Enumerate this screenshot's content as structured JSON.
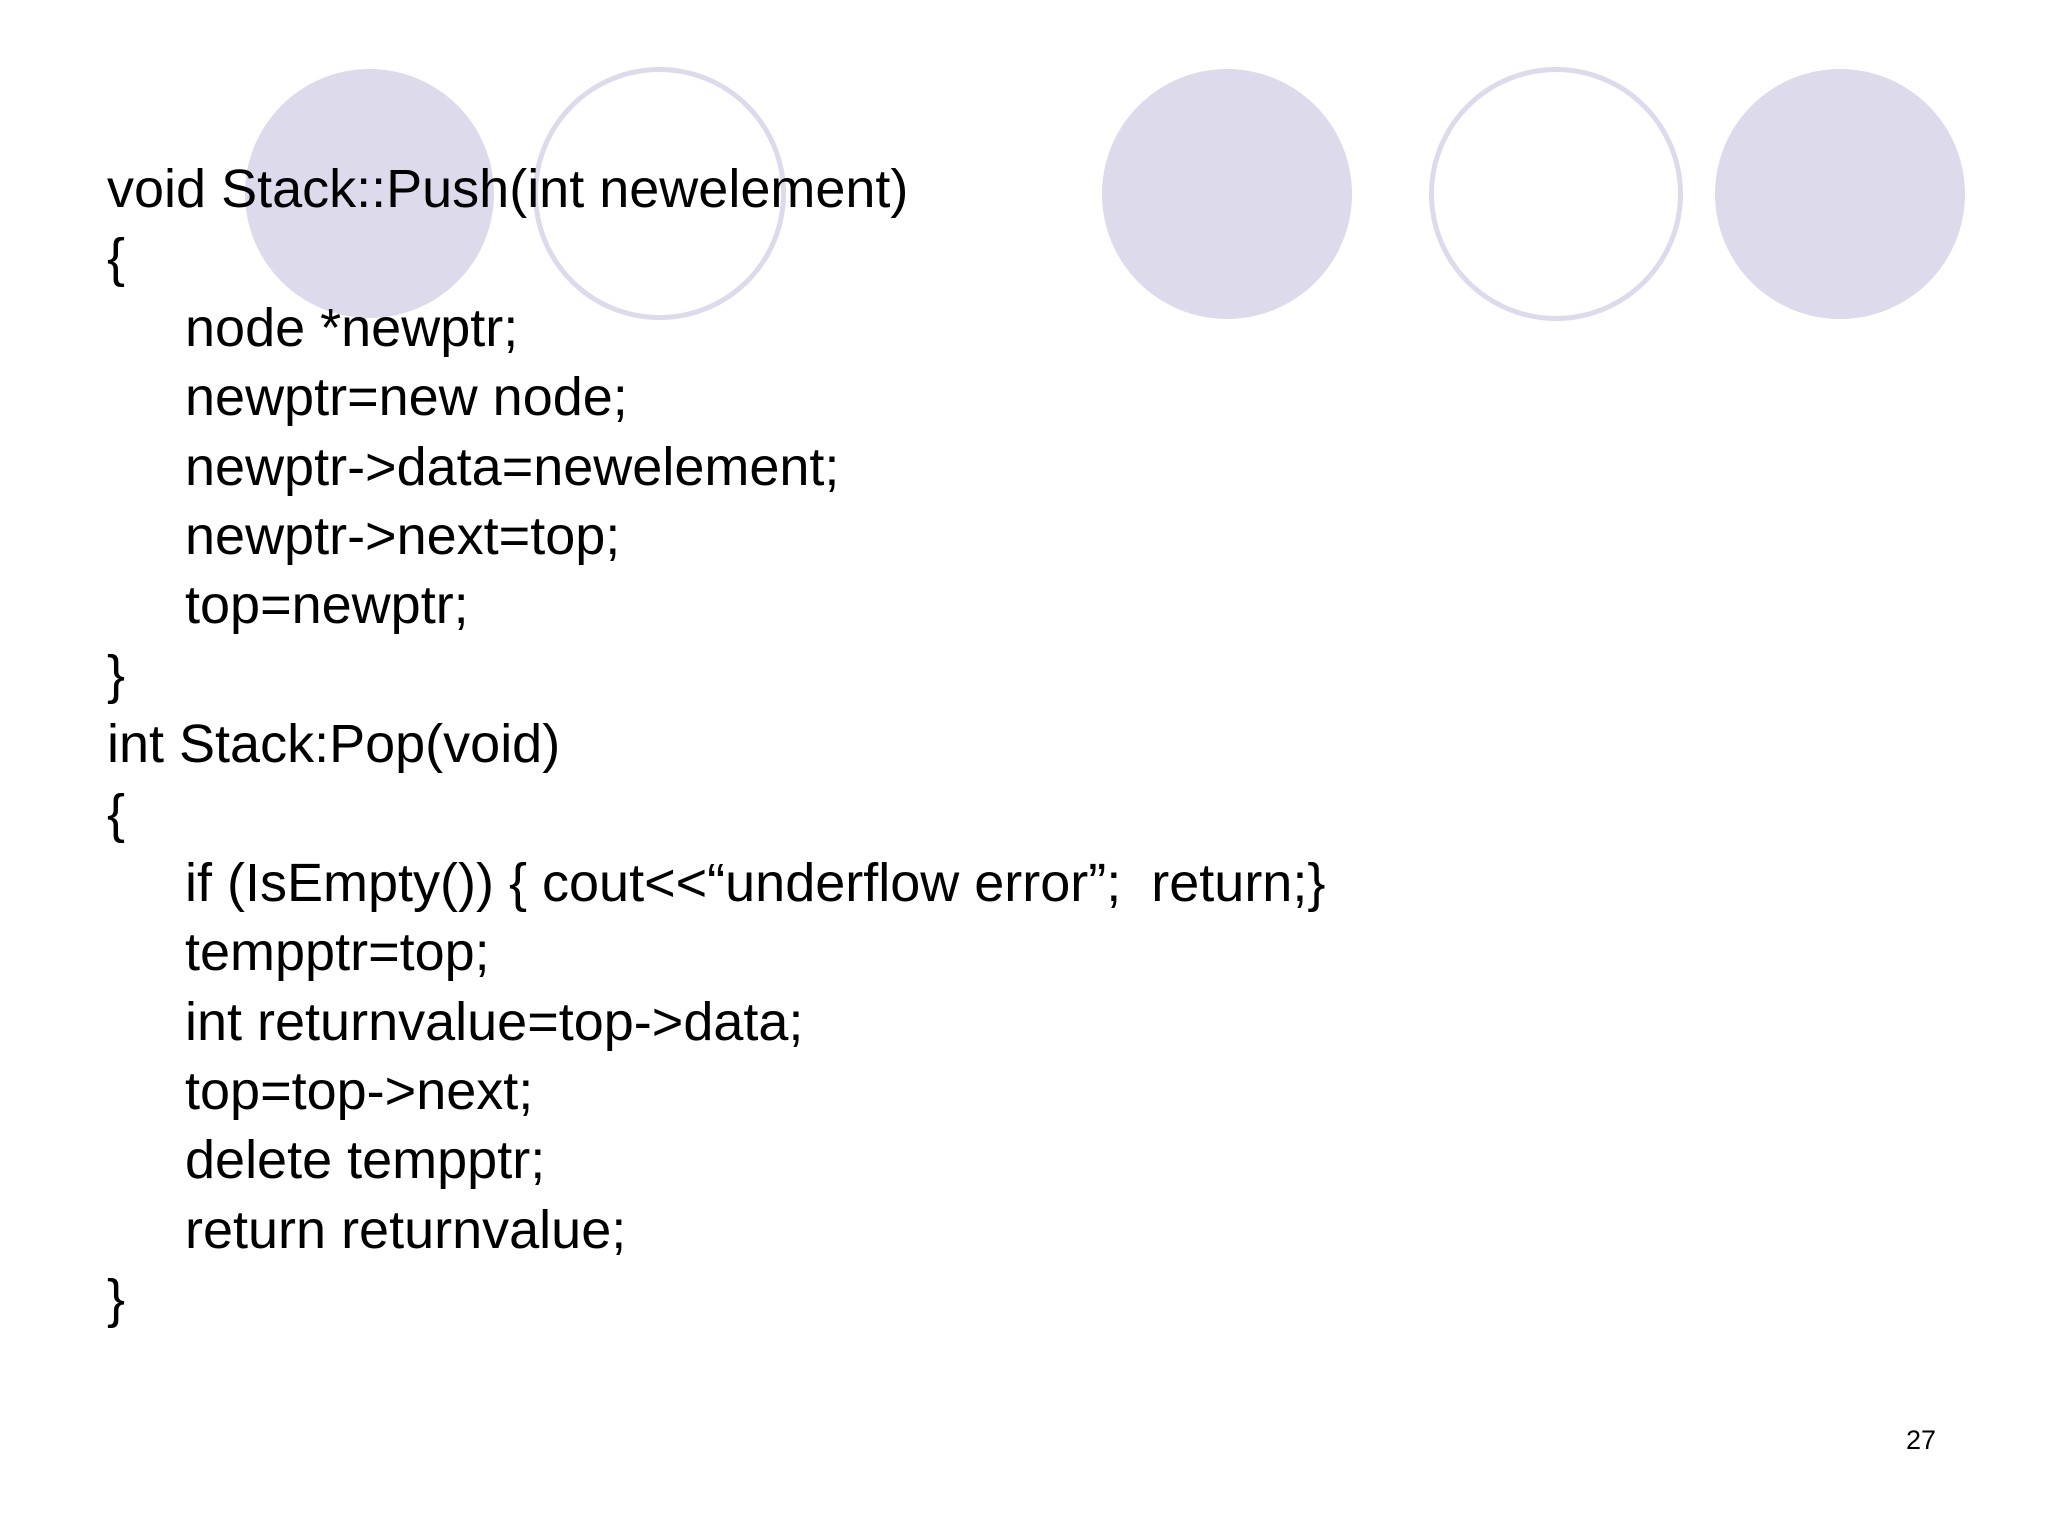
{
  "slide": {
    "code_lines": [
      {
        "text": "void Stack::Push(int newelement)",
        "indent": 0
      },
      {
        "text": "{",
        "indent": 0
      },
      {
        "text": "node *newptr;",
        "indent": 1
      },
      {
        "text": "newptr=new node;",
        "indent": 1
      },
      {
        "text": "newptr->data=newelement;",
        "indent": 1
      },
      {
        "text": "newptr->next=top;",
        "indent": 1
      },
      {
        "text": "top=newptr;",
        "indent": 1
      },
      {
        "text": "}",
        "indent": 0
      },
      {
        "text": "int Stack:Pop(void)",
        "indent": 0
      },
      {
        "text": "{",
        "indent": 0
      },
      {
        "text": "if (IsEmpty()) { cout<<“underflow error”;  return;}",
        "indent": 1
      },
      {
        "text": "tempptr=top;",
        "indent": 1
      },
      {
        "text": "int returnvalue=top->data;",
        "indent": 1
      },
      {
        "text": "top=top->next;",
        "indent": 1
      },
      {
        "text": "delete tempptr;",
        "indent": 1
      },
      {
        "text": "return returnvalue;",
        "indent": 1
      },
      {
        "text": "}",
        "indent": 0
      }
    ],
    "page_number": "27",
    "colors": {
      "decoration": "#dcdaeb",
      "text": "#000000",
      "background": "#ffffff"
    }
  }
}
